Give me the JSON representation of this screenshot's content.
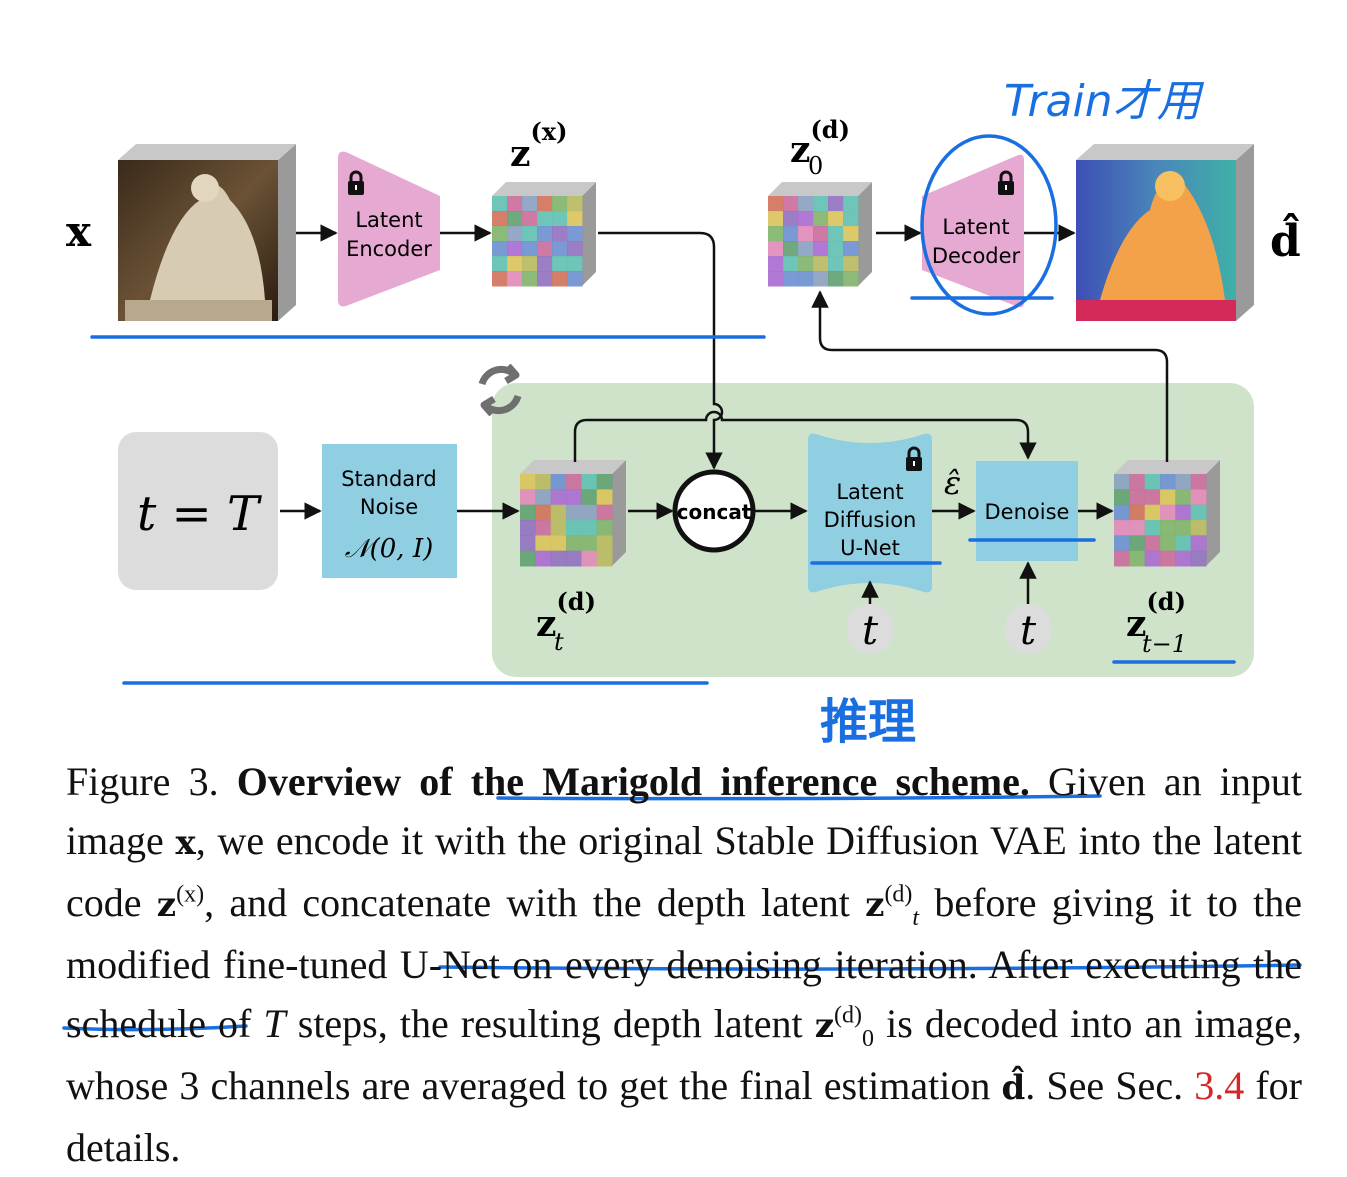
{
  "diagram": {
    "input_label": "x",
    "output_label": "d̂",
    "encoder": {
      "line1": "Latent",
      "line2": "Encoder"
    },
    "decoder": {
      "line1": "Latent",
      "line2": "Decoder"
    },
    "zx_base": "z",
    "zx_sup": "(x)",
    "z0_base": "z",
    "z0_sup": "(d)",
    "z0_sub": "0",
    "zt_base": "z",
    "zt_sup": "(d)",
    "zt_sub": "t",
    "zt1_base": "z",
    "zt1_sup": "(d)",
    "zt1_sub": "t−1",
    "t_eq_T": "t = T",
    "noise": {
      "line1": "Standard",
      "line2": "Noise",
      "formula": "𝒩(0, I)"
    },
    "concat": "concat",
    "unet": {
      "line1": "Latent",
      "line2": "Diffusion",
      "line3": "U-Net"
    },
    "eps_hat": "ε̂",
    "denoise": "Denoise",
    "t_small": "t"
  },
  "annotations": {
    "train_note": "Train才用",
    "infer_note": "推理"
  },
  "caption": {
    "fig_label": "Figure 3.",
    "title": "Overview of the Marigold inference scheme.",
    "s1": "Given an input image",
    "x": "x",
    "s2": ", we encode it with the original Stable Diffusion VAE into the latent code",
    "z": "z",
    "sup_x": "(x)",
    "s3": ", and concatenate with the depth latent",
    "sup_d": "(d)",
    "sub_t": "t",
    "s4": "before giving it to the modified fine-tuned U-Net on every denoising iteration.",
    "s5": "After executing the schedule of",
    "T": "T",
    "s6": "steps, the resulting depth latent",
    "sub_0": "0",
    "s7": "is decoded into an image, whose 3 channels are averaged to get the final estimation",
    "dhat": "d̂",
    "s8": ". See Sec.",
    "ref": "3.4",
    "s9": "for details."
  },
  "colors": {
    "encoder_pink": "#e6a9d1",
    "noise_blue": "#8fcfe1",
    "green_panel": "#cfe3cb",
    "annotation_blue": "#1a6fe0",
    "ref_red": "#d62728"
  }
}
